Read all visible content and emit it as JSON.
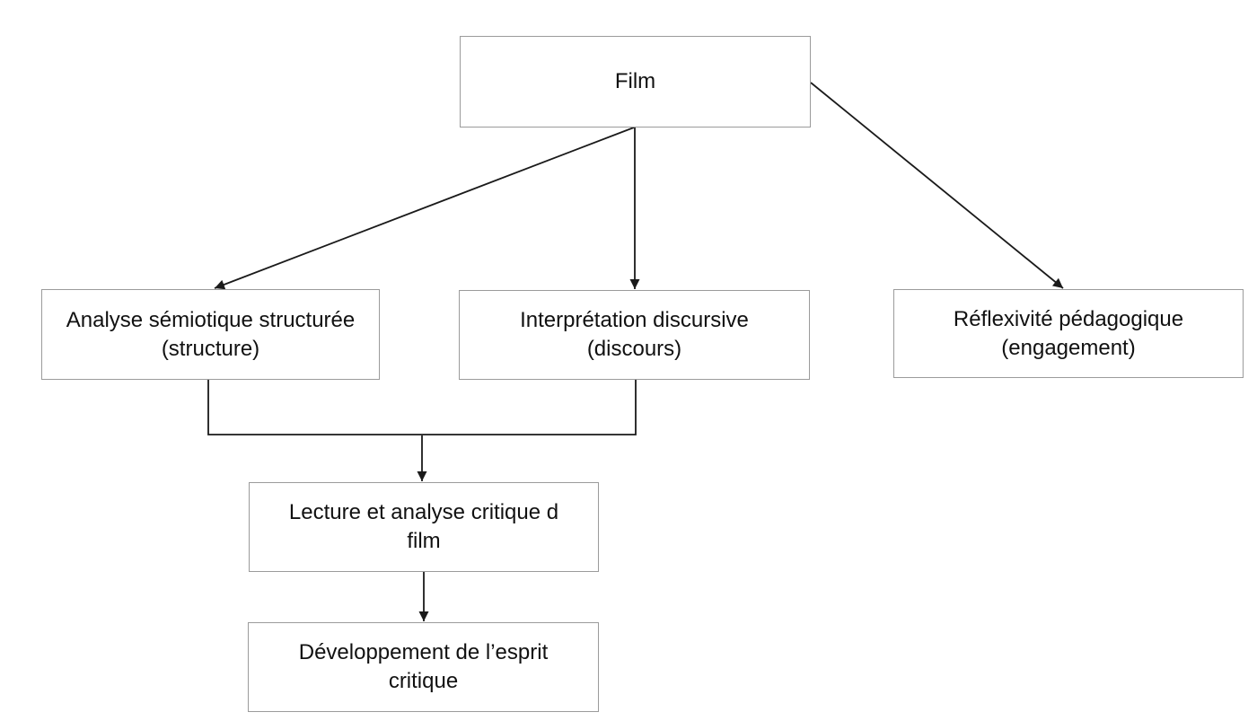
{
  "diagram": {
    "type": "flowchart",
    "nodes": {
      "film": {
        "label": "Film"
      },
      "analyse": {
        "label": "Analyse sémiotique structurée\n(structure)"
      },
      "interpretation": {
        "label": "Interprétation discursive\n(discours)"
      },
      "reflexivite": {
        "label": "Réflexivité pédagogique\n(engagement)"
      },
      "lecture": {
        "label": "Lecture et analyse critique d\nfilm"
      },
      "developpement": {
        "label": "Développement de l’esprit\ncritique"
      }
    },
    "edges": [
      {
        "from": "film",
        "to": "analyse",
        "arrow": true
      },
      {
        "from": "film",
        "to": "interpretation",
        "arrow": true
      },
      {
        "from": "film",
        "to": "reflexivite",
        "arrow": true
      },
      {
        "from": "analyse",
        "to": "lecture",
        "arrow": true,
        "via": "merge-elbow"
      },
      {
        "from": "interpretation",
        "to": "lecture",
        "arrow": true,
        "via": "merge-elbow"
      },
      {
        "from": "lecture",
        "to": "developpement",
        "arrow": true
      }
    ]
  },
  "colors": {
    "background": "#ffffff",
    "box_fill": "#ffffff",
    "box_border": "#9b9b9b",
    "connector": "#1a1a1a",
    "text": "#111111"
  }
}
